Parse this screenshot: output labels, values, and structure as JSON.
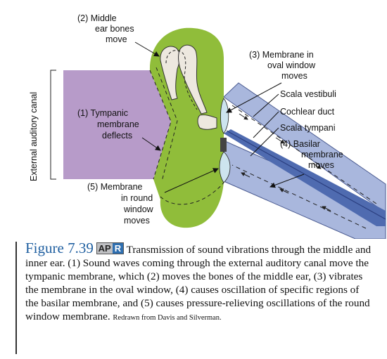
{
  "diagram": {
    "side_label": "External auditory canal",
    "labels": {
      "middle_ear_bones": [
        "(2)  Middle",
        "ear bones",
        "move"
      ],
      "oval_window": [
        "(3)  Membrane in",
        "oval window",
        "moves"
      ],
      "scala_vestibuli": "Scala vestibuli",
      "cochlear_duct": "Cochlear duct",
      "scala_tympani": "Scala tympani",
      "basilar": [
        "(4)  Basilar",
        "membrane",
        "moves"
      ],
      "tympanic": [
        "(1)  Tympanic",
        "membrane",
        "deflects"
      ],
      "round_window": [
        "(5)  Membrane",
        "in round",
        "window",
        "moves"
      ]
    },
    "colors": {
      "canal": "#b79bc9",
      "middle_ear": "#90bd3a",
      "cochlea": "#a9b7dd",
      "basilar_band": "#4f6bb0",
      "bones": "#ede8df",
      "membrane_window": "#cde4ee"
    }
  },
  "caption": {
    "figure_label": "Figure 7.39",
    "badge_ap": "AP",
    "badge_r": "R",
    "text": "Transmission of sound vibrations through the middle and inner ear. (1) Sound waves coming through the external auditory canal move the tympanic membrane, which (2) moves the bones of the middle ear, (3) vibrates the membrane in the oval window, (4) causes oscillation of specific regions of the basilar membrane, and (5) causes pressure-relieving oscillations of the round window membrane.",
    "credit": "Redrawn from Davis and Silverman."
  }
}
